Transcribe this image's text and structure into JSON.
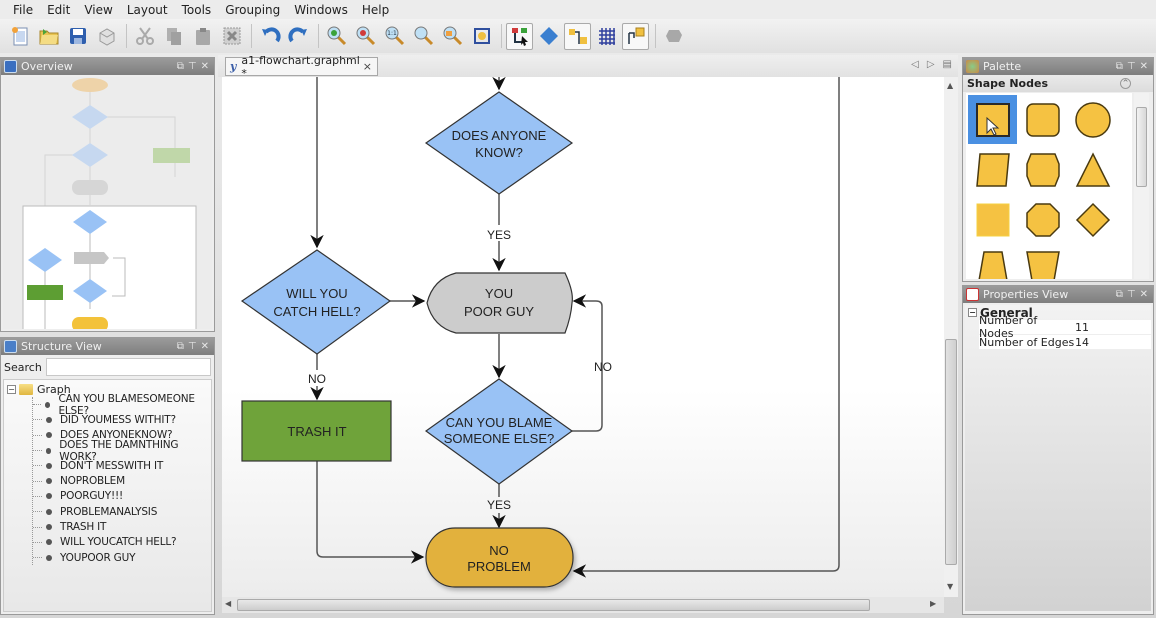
{
  "menubar": {
    "items": [
      "File",
      "Edit",
      "View",
      "Layout",
      "Tools",
      "Grouping",
      "Windows",
      "Help"
    ]
  },
  "toolbar": {
    "buttons": [
      {
        "name": "new-document",
        "icon": "new-document-icon"
      },
      {
        "name": "open",
        "icon": "open-folder-icon"
      },
      {
        "name": "save",
        "icon": "save-disk-icon"
      },
      {
        "name": "print",
        "icon": "printer-icon"
      },
      {
        "name": "cut",
        "icon": "scissors-icon",
        "disabled": true
      },
      {
        "name": "copy",
        "icon": "copy-icon",
        "disabled": true
      },
      {
        "name": "paste",
        "icon": "paste-icon",
        "disabled": true
      },
      {
        "name": "delete",
        "icon": "delete-icon",
        "disabled": true
      },
      {
        "name": "undo",
        "icon": "undo-icon"
      },
      {
        "name": "redo",
        "icon": "redo-icon"
      },
      {
        "name": "zoom-in",
        "icon": "zoom-in-icon"
      },
      {
        "name": "zoom-out",
        "icon": "zoom-out-icon"
      },
      {
        "name": "zoom-100",
        "icon": "zoom-actual-size-icon"
      },
      {
        "name": "zoom-fit",
        "icon": "zoom-fit-icon"
      },
      {
        "name": "zoom-selection",
        "icon": "zoom-selection-icon"
      },
      {
        "name": "fit-content",
        "icon": "fit-content-icon"
      },
      {
        "name": "edit-mode",
        "icon": "edit-mode-icon",
        "pressed": true
      },
      {
        "name": "navigate-mode",
        "icon": "navigate-icon"
      },
      {
        "name": "orthogonal-edges",
        "icon": "orthogonal-edges-icon",
        "pressed": true
      },
      {
        "name": "grid",
        "icon": "grid-icon"
      },
      {
        "name": "snap-lines",
        "icon": "snap-lines-icon",
        "pressed": true
      },
      {
        "name": "plugin",
        "icon": "plugin-icon",
        "disabled": true
      }
    ]
  },
  "overview": {
    "title": "Overview"
  },
  "structure": {
    "title": "Structure View",
    "search_label": "Search",
    "search_value": "",
    "root": "Graph",
    "items": [
      "CAN YOU BLAMESOMEONE ELSE?",
      "DID YOUMESS WITHIT?",
      "DOES ANYONEKNOW?",
      "DOES THE DAMNTHING WORK?",
      "DON'T MESSWITH IT",
      "NOPROBLEM",
      "POORGUY!!!",
      "PROBLEMANALYSIS",
      "TRASH IT",
      "WILL YOUCATCH HELL?",
      "YOUPOOR GUY"
    ]
  },
  "document": {
    "tab_label": "a1-flowchart.graphml *",
    "close_symbol": "×",
    "nodes": {
      "does_anyone_know": [
        "DOES ANYONE",
        "KNOW?"
      ],
      "will_you_catch_hell": [
        "WILL YOU",
        "CATCH HELL?"
      ],
      "you_poor_guy": [
        "YOU",
        "POOR GUY"
      ],
      "trash_it": [
        "TRASH IT"
      ],
      "can_you_blame": [
        "CAN YOU BLAME",
        "SOMEONE ELSE?"
      ],
      "no_problem": [
        "NO",
        "PROBLEM"
      ]
    },
    "edge_labels": {
      "yes1": "YES",
      "no1": "NO",
      "no2": "NO",
      "yes2": "YES"
    },
    "colors": {
      "decision": "#99c2f5",
      "process_gray": "#cccccc",
      "trash": "#6fa33a",
      "terminal": "#e2b13c"
    }
  },
  "palette": {
    "title": "Palette",
    "section": "Shape Nodes",
    "shapes": [
      "rectangle",
      "rounded-rectangle",
      "ellipse",
      "parallelogram",
      "hexagon",
      "triangle",
      "rectangle-flat",
      "octagon",
      "diamond",
      "trapezoid",
      "trapezoid-inverted"
    ],
    "shape_fill": "#f5c242",
    "selected_index": 0
  },
  "properties": {
    "title": "Properties View",
    "group": "General",
    "rows": [
      {
        "key": "Number of Nodes",
        "value": "11"
      },
      {
        "key": "Number of Edges",
        "value": "14"
      }
    ]
  }
}
